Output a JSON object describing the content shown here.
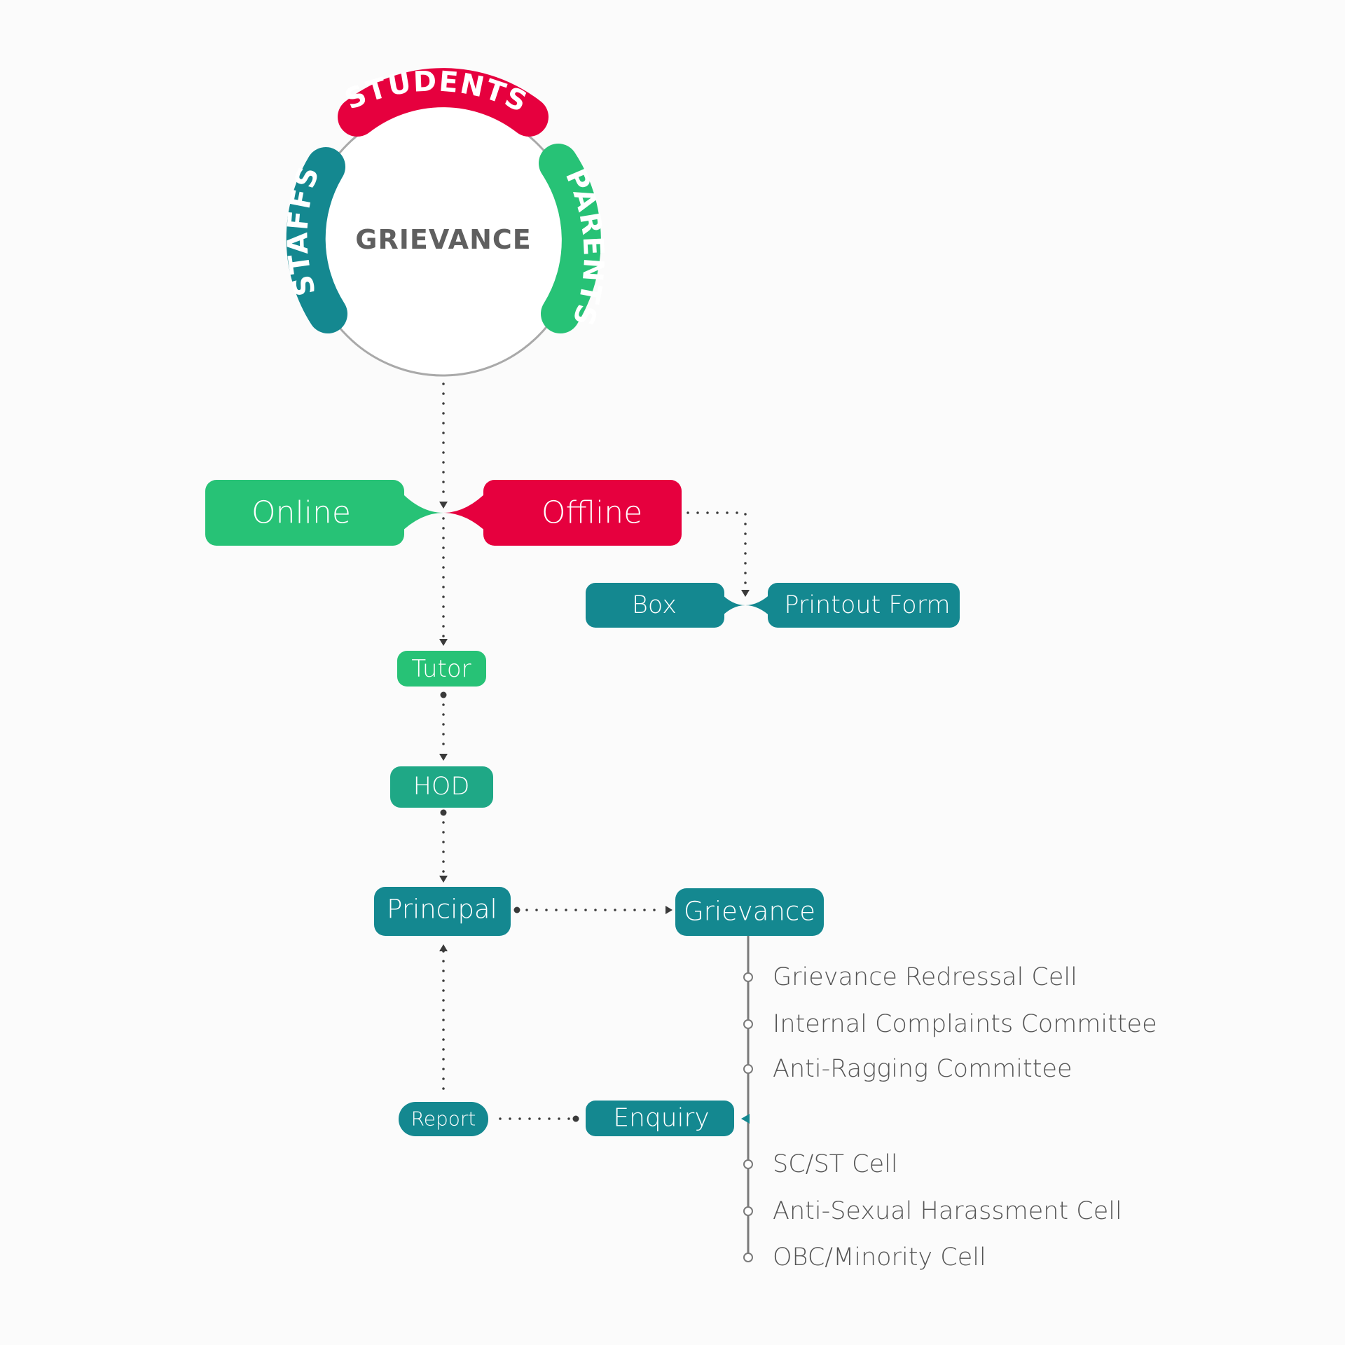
{
  "circle": {
    "title": "GRIEVANCE",
    "students": "STUDENTS",
    "parents": "PARENTS",
    "staffs": "STAFFS"
  },
  "modes": {
    "online": "Online",
    "offline": "Offline"
  },
  "offline_methods": {
    "box": "Box",
    "form": "Printout Form"
  },
  "chain": {
    "tutor": "Tutor",
    "hod": "HOD",
    "principal": "Principal"
  },
  "grievance_node": "Grievance",
  "cells": [
    "Grievance Redressal Cell",
    "Internal Complaints Committee",
    "Anti-Ragging Committee",
    "SC/ST Cell",
    "Anti-Sexual Harassment Cell",
    "OBC/Minority Cell"
  ],
  "enquiry": "Enquiry",
  "report": "Report",
  "colors": {
    "red": "#e6003e",
    "green": "#27c276",
    "teal": "#148890",
    "mid_green": "#1fa886",
    "ring": "#a9a9a9",
    "dots": "#3a3a3a",
    "text": "#555555"
  }
}
